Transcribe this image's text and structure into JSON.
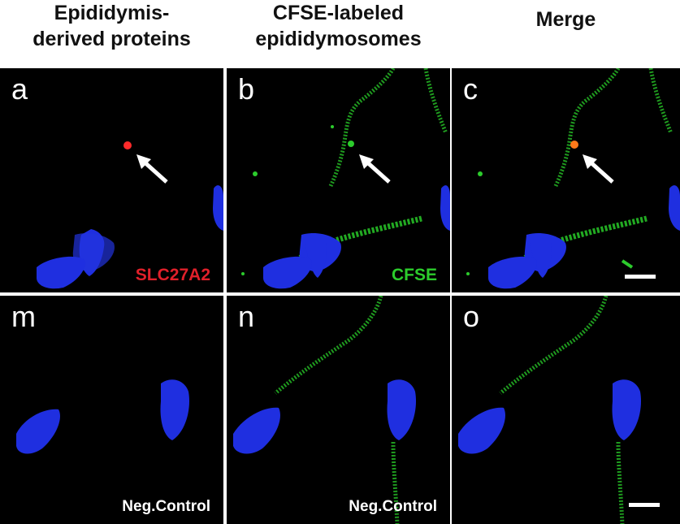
{
  "headers": {
    "col1": [
      "Epididymis-",
      "derived proteins"
    ],
    "col2": [
      "CFSE-labeled",
      "epididymosomes"
    ],
    "col3": [
      "Merge"
    ]
  },
  "panels": {
    "a": {
      "letter": "a",
      "label": "SLC27A2",
      "label_color": "#e0202a"
    },
    "b": {
      "letter": "b",
      "label": "CFSE",
      "label_color": "#2ccc2c"
    },
    "c": {
      "letter": "c"
    },
    "m": {
      "letter": "m",
      "label": "Neg.Control",
      "label_color": "#ffffff"
    },
    "n": {
      "letter": "n",
      "label": "Neg.Control",
      "label_color": "#ffffff"
    },
    "o": {
      "letter": "o"
    }
  },
  "colors": {
    "nucleus": "#1f2fe0",
    "flagellum": "#1f9a1f",
    "protein": "#ff2a2a",
    "merge_spot": "#ff7a1a",
    "arrow": "#ffffff"
  }
}
